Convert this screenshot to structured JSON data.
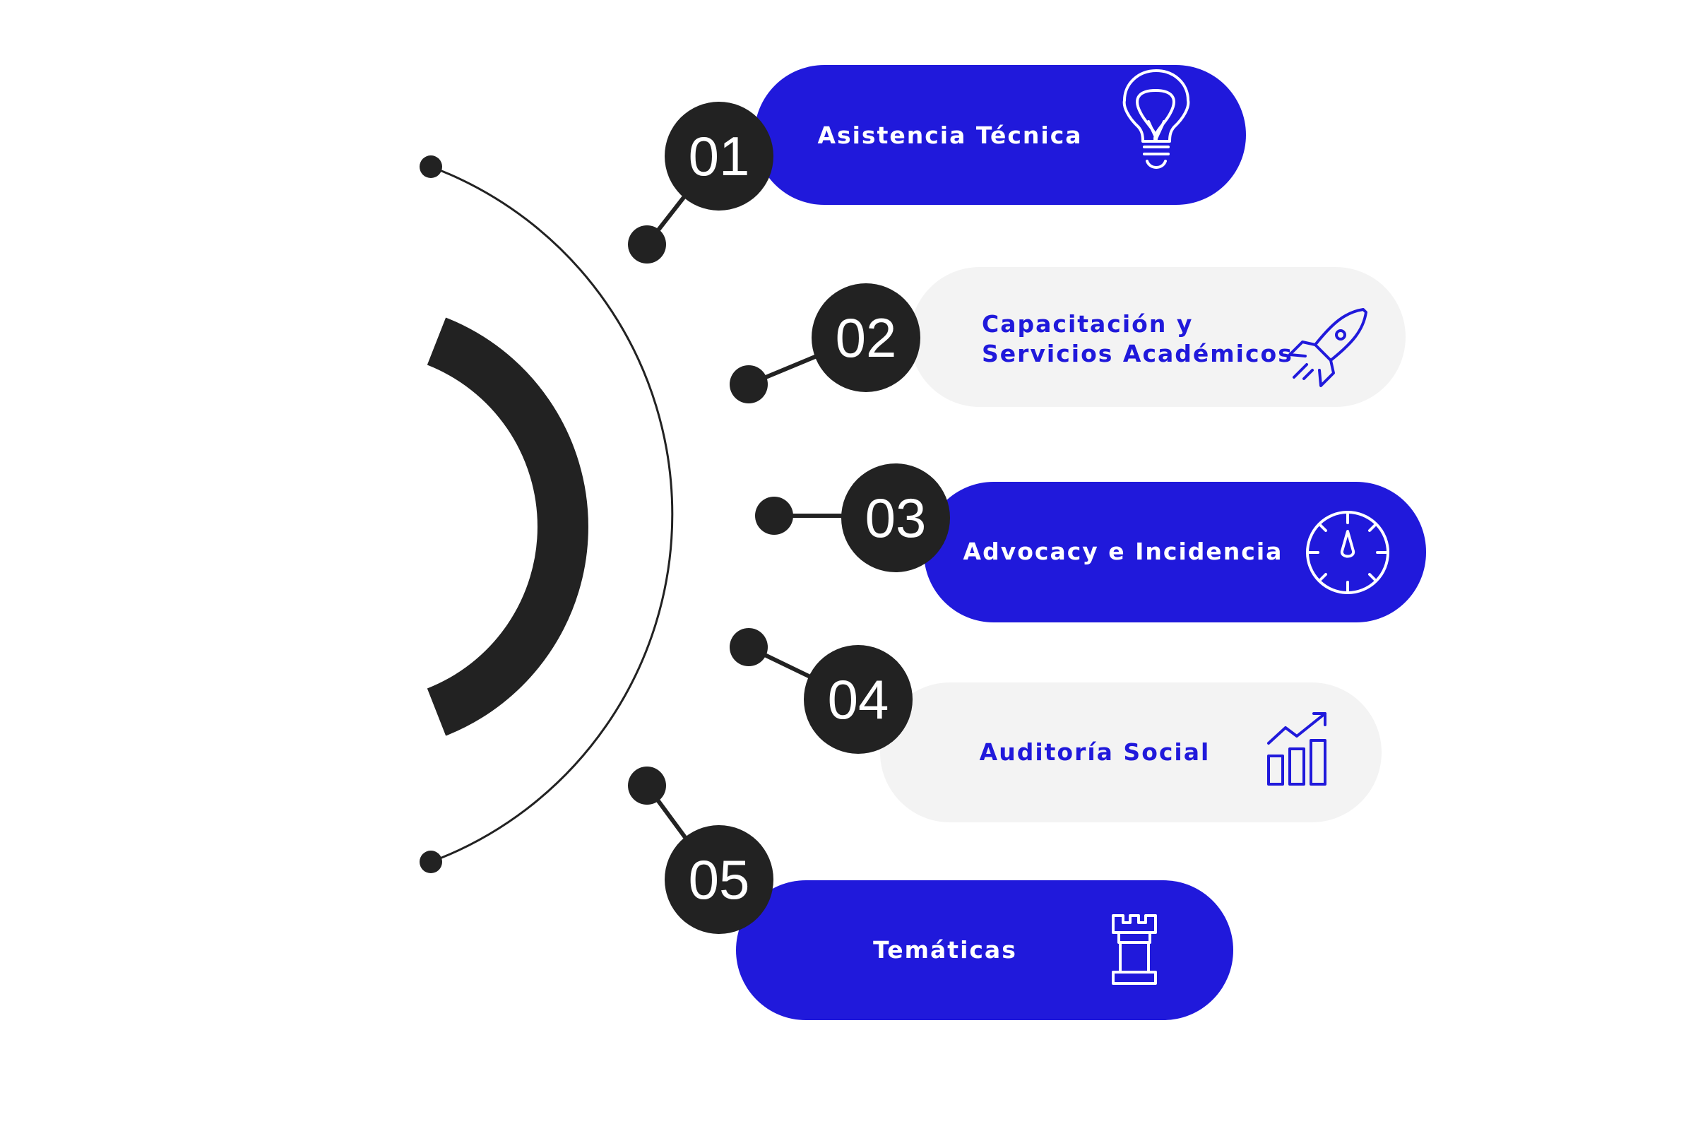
{
  "colors": {
    "accent": "#2019DB",
    "light_pill": "#F3F3F3",
    "dark": "#222222",
    "on_accent_text": "#FFFFFF"
  },
  "steps": [
    {
      "number": "01",
      "label_lines": [
        "Asistencia Técnica"
      ],
      "icon": "lightbulb-icon",
      "style": "accent"
    },
    {
      "number": "02",
      "label_lines": [
        "Capacitación y",
        "Servicios Académicos"
      ],
      "icon": "rocket-icon",
      "style": "light"
    },
    {
      "number": "03",
      "label_lines": [
        "Advocacy e Incidencia"
      ],
      "icon": "stopwatch-icon",
      "style": "accent"
    },
    {
      "number": "04",
      "label_lines": [
        "Auditoría Social"
      ],
      "icon": "growth-chart-icon",
      "style": "light"
    },
    {
      "number": "05",
      "label_lines": [
        "Temáticas"
      ],
      "icon": "chess-rook-icon",
      "style": "accent"
    }
  ]
}
